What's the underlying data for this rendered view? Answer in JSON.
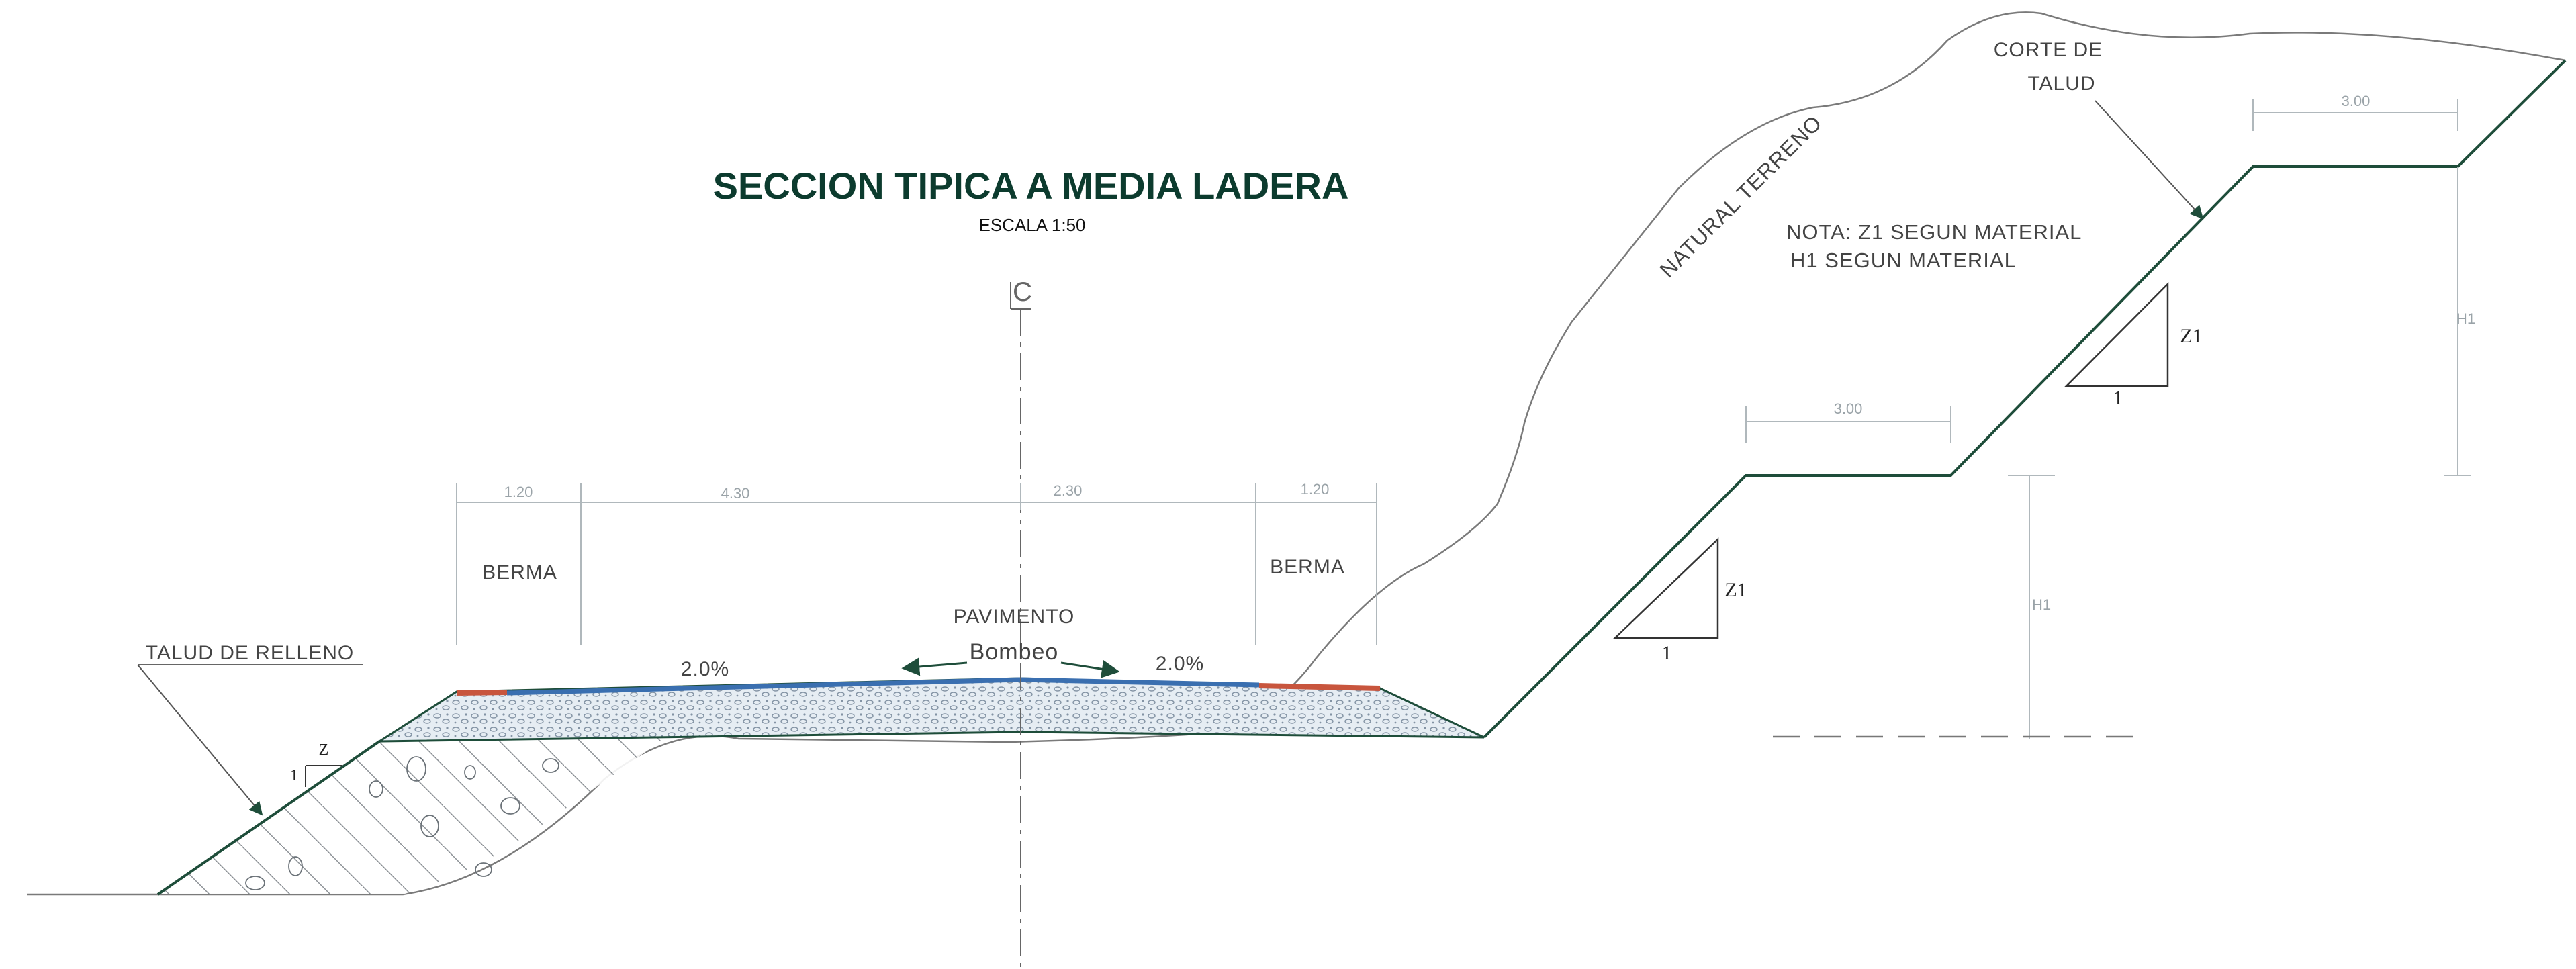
{
  "title": "SECCION TIPICA A MEDIA LADERA",
  "scale": "ESCALA 1:50",
  "centerline": "C",
  "labels": {
    "talud_relleno": "TALUD DE RELLENO",
    "berma_left": "BERMA",
    "berma_right": "BERMA",
    "pavimento": "PAVIMENTO",
    "bombeo": "Bombeo",
    "slope_left": "2.0%",
    "slope_right": "2.0%",
    "terreno_natural": "NATURAL TERRENO",
    "corte_talud_1": "CORTE DE",
    "corte_talud_2": "TALUD",
    "nota_1": "NOTA: Z1 SEGUN MATERIAL",
    "nota_2": "H1 SEGUN MATERIAL"
  },
  "dimensions": {
    "berma_left": "1.20",
    "carril_left": "4.30",
    "carril_right": "2.30",
    "berma_right": "1.20",
    "banqueta_low": "3.00",
    "banqueta_high": "3.00",
    "h1_low": "H1",
    "h1_high": "H1"
  },
  "slope_markers": {
    "fill_z": "Z",
    "fill_one": "1",
    "cut_low_z1": "Z1",
    "cut_low_one": "1",
    "cut_high_z1": "Z1",
    "cut_high_one": "1"
  },
  "colors": {
    "title": "#0c3b2e",
    "section_line": "#1e4d3a",
    "pavement_blue": "#3a6fb0",
    "pavement_red": "#c8553d",
    "terrain": "#7a7a7a",
    "dimension": "#b0b8bc"
  }
}
